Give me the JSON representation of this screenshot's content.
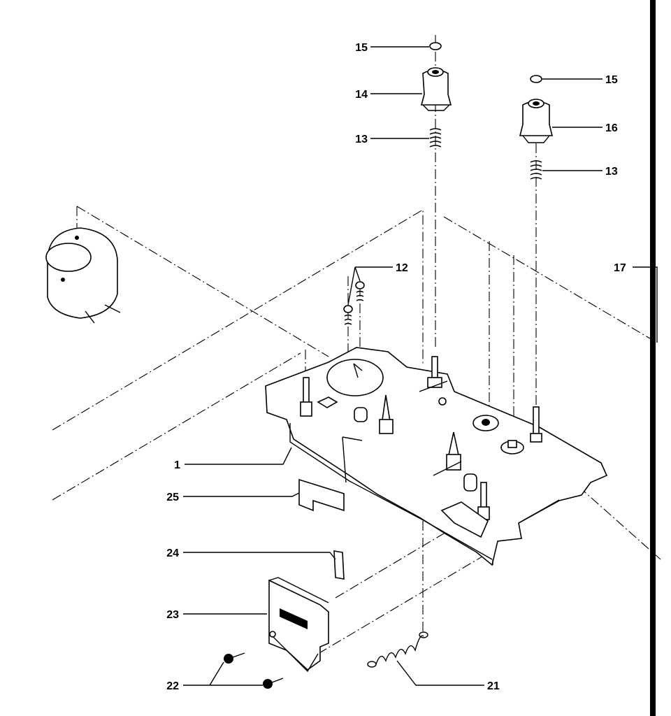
{
  "callouts": [
    {
      "id": "c15a",
      "label": "15"
    },
    {
      "id": "c14",
      "label": "14"
    },
    {
      "id": "c13a",
      "label": "13"
    },
    {
      "id": "c15b",
      "label": "15"
    },
    {
      "id": "c16",
      "label": "16"
    },
    {
      "id": "c13b",
      "label": "13"
    },
    {
      "id": "c12",
      "label": "12"
    },
    {
      "id": "c17",
      "label": "17"
    },
    {
      "id": "c1",
      "label": "1"
    },
    {
      "id": "c25",
      "label": "25"
    },
    {
      "id": "c24",
      "label": "24"
    },
    {
      "id": "c23",
      "label": "23"
    },
    {
      "id": "c22",
      "label": "22"
    },
    {
      "id": "c21",
      "label": "21"
    }
  ]
}
